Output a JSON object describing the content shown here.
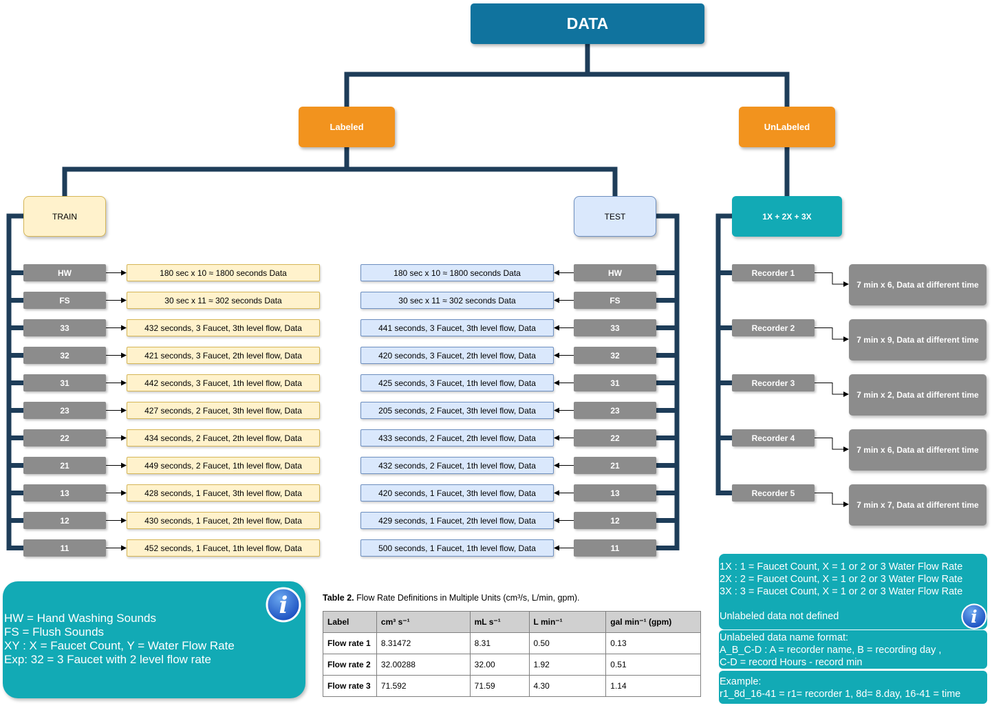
{
  "root": {
    "label": "DATA"
  },
  "labeled": {
    "label": "Labeled"
  },
  "unlabeled": {
    "label": "UnLabeled"
  },
  "train": {
    "label": "TRAIN"
  },
  "test": {
    "label": "TEST"
  },
  "combo": {
    "label": "1X + 2X + 3X"
  },
  "categories": [
    "HW",
    "FS",
    "33",
    "32",
    "31",
    "23",
    "22",
    "21",
    "13",
    "12",
    "11"
  ],
  "train_data": [
    "180 sec x 10 ≈ 1800 seconds Data",
    "30 sec x 11 ≈ 302 seconds Data",
    "432 seconds, 3 Faucet, 3th level flow, Data",
    "421 seconds, 3 Faucet, 2th level flow, Data",
    "442 seconds, 3 Faucet, 1th level flow, Data",
    "427 seconds, 2 Faucet, 3th level flow, Data",
    "434 seconds, 2 Faucet, 2th level flow, Data",
    "449 seconds, 2 Faucet, 1th level flow, Data",
    "428 seconds, 1 Faucet, 3th level flow, Data",
    "430 seconds, 1 Faucet, 2th level flow, Data",
    "452 seconds, 1 Faucet, 1th level flow, Data"
  ],
  "test_data": [
    "180 sec x 10 ≈ 1800 seconds Data",
    "30 sec x 11 ≈ 302 seconds Data",
    "441 seconds, 3 Faucet, 3th level flow, Data",
    "420 seconds, 3 Faucet, 2th level flow, Data",
    "425 seconds, 3 Faucet, 1th level flow, Data",
    "205 seconds, 2 Faucet, 3th level flow, Data",
    "433 seconds, 2 Faucet, 2th level flow, Data",
    "432 seconds, 2 Faucet, 1th level flow, Data",
    "420 seconds, 1 Faucet, 3th level flow, Data",
    "429 seconds, 1 Faucet, 2th level flow, Data",
    "500 seconds, 1 Faucet, 1th level flow, Data"
  ],
  "recorders": [
    {
      "name": "Recorder 1",
      "data": "7 min x 6,  Data at different time"
    },
    {
      "name": "Recorder 2",
      "data": "7 min x 9,  Data at different time"
    },
    {
      "name": "Recorder 3",
      "data": "7 min x 2,  Data at different time"
    },
    {
      "name": "Recorder 4",
      "data": "7 min x 6,  Data at different time"
    },
    {
      "name": "Recorder 5",
      "data": "7 min x 7,  Data at different time"
    }
  ],
  "legend": {
    "lines": [
      "HW = Hand Washing Sounds",
      "FS = Flush Sounds",
      "XY : X = Faucet Count, Y = Water Flow Rate",
      "Exp: 32 = 3 Faucet with 2 level flow rate"
    ]
  },
  "unlabeled_info": {
    "lines": [
      "1X : 1 = Faucet Count, X = 1 or 2 or 3 Water Flow Rate",
      "2X : 2 = Faucet Count, X = 1 or 2 or 3 Water Flow Rate",
      "3X : 3 = Faucet Count, X = 1 or 2 or 3 Water Flow Rate",
      "",
      "Unlabeled data not defined"
    ]
  },
  "name_format": {
    "lines": [
      "Unlabeled data name format:",
      "A_B_C-D : A = recorder name, B = recording day ,",
      "C-D = record Hours - record min"
    ]
  },
  "example": {
    "lines": [
      "Example:",
      "r1_8d_16-41 = r1= recorder 1, 8d= 8.day, 16-41 = time"
    ]
  },
  "table": {
    "title_bold": "Table 2.",
    "title_rest": " Flow Rate Definitions in Multiple Units (cm³/s, L/min, gpm).",
    "headers": [
      "Label",
      "cm³ s⁻¹",
      "mL s⁻¹",
      "L min⁻¹",
      "gal min⁻¹ (gpm)"
    ],
    "rows": [
      [
        "Flow rate 1",
        "8.31472",
        "8.31",
        "0.50",
        "0.13"
      ],
      [
        "Flow rate 2",
        "32.00288",
        "32.00",
        "1.92",
        "0.51"
      ],
      [
        "Flow rate 3",
        "71.592",
        "71.59",
        "4.30",
        "1.14"
      ]
    ]
  },
  "colors": {
    "connector": "#1e3d59",
    "root": "#10739e",
    "orange": "#f2931e",
    "teal": "#12aab5",
    "gray": "#8c8c8c",
    "train_fill": "#fff2cc",
    "test_fill": "#dae8fc"
  },
  "icons": [
    "info-icon"
  ]
}
